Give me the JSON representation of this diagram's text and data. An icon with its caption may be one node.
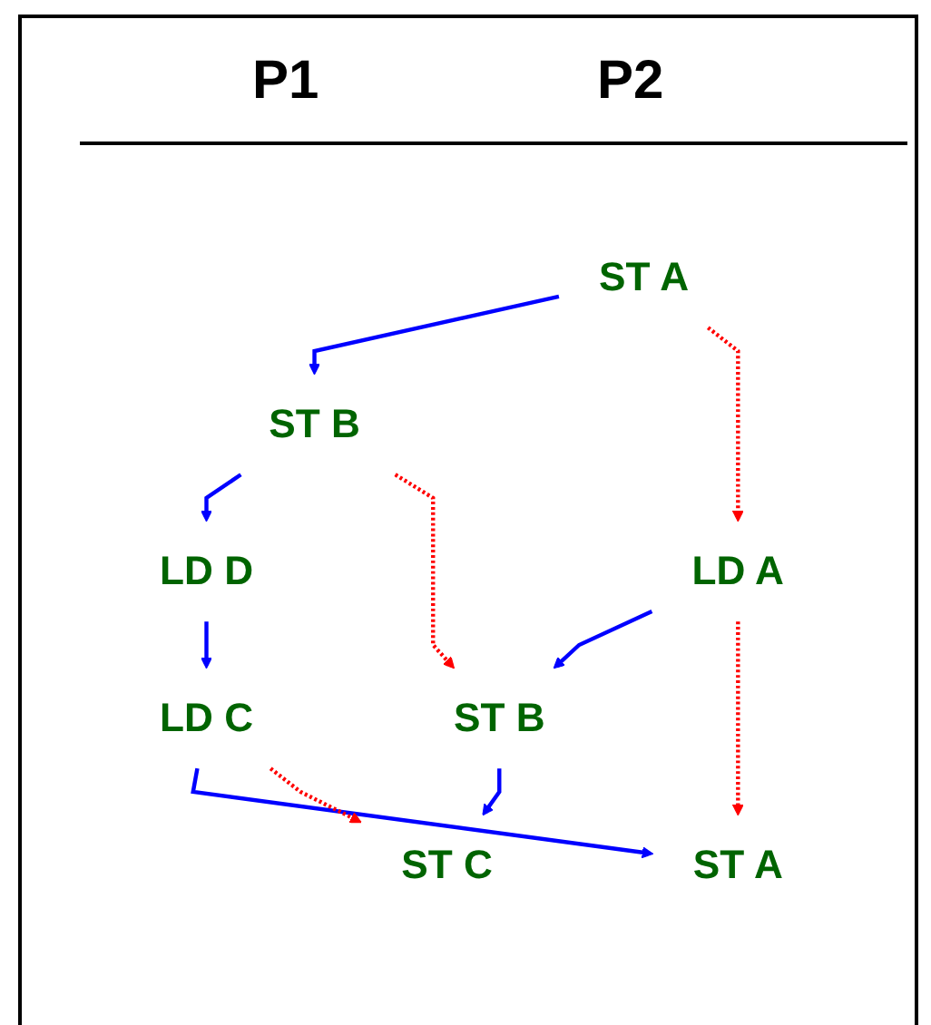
{
  "diagram": {
    "nodes": [
      {
        "text": [
          "ST A"
        ]
      },
      {
        "text": [
          "LD A"
        ]
      },
      {
        "text": [
          "ST B"
        ]
      },
      {
        "text": [
          "ST B"
        ]
      },
      {
        "text": [
          "LD D"
        ]
      },
      {
        "text": [
          "LD C"
        ]
      },
      {
        "text": [
          "ST C"
        ]
      },
      {
        "text": [
          "ST A"
        ]
      }
    ],
    "edges": [
      {
        "from": 0,
        "to": 2,
        "arrow": "to"
      },
      {
        "from": 2,
        "to": 4,
        "arrow": "to"
      },
      {
        "from": 4,
        "to": 5,
        "arrow": "to"
      },
      {
        "from": 5,
        "to": 7,
        "arrow": "to"
      },
      {
        "from": 1,
        "to": 3,
        "arrow": "to"
      },
      {
        "from": 3,
        "to": 6,
        "arrow": "to"
      },
      {
        "from": 0,
        "to": 1,
        "arrow": "to",
        "style": "dashed",
        "color": "#ff0000"
      },
      {
        "from": 2,
        "to": 3,
        "arrow": "to",
        "style": "dashed",
        "color": "#ff0000"
      },
      {
        "from": 5,
        "to": 6,
        "arrow": "to",
        "style": "dashed",
        "color": "#ff0000"
      },
      {
        "from": 1,
        "to": 7,
        "arrow": "to",
        "style": "dashed",
        "color": "#ff0000"
      }
    ],
    "labels": [
      "P1",
      "P2"
    ]
  }
}
